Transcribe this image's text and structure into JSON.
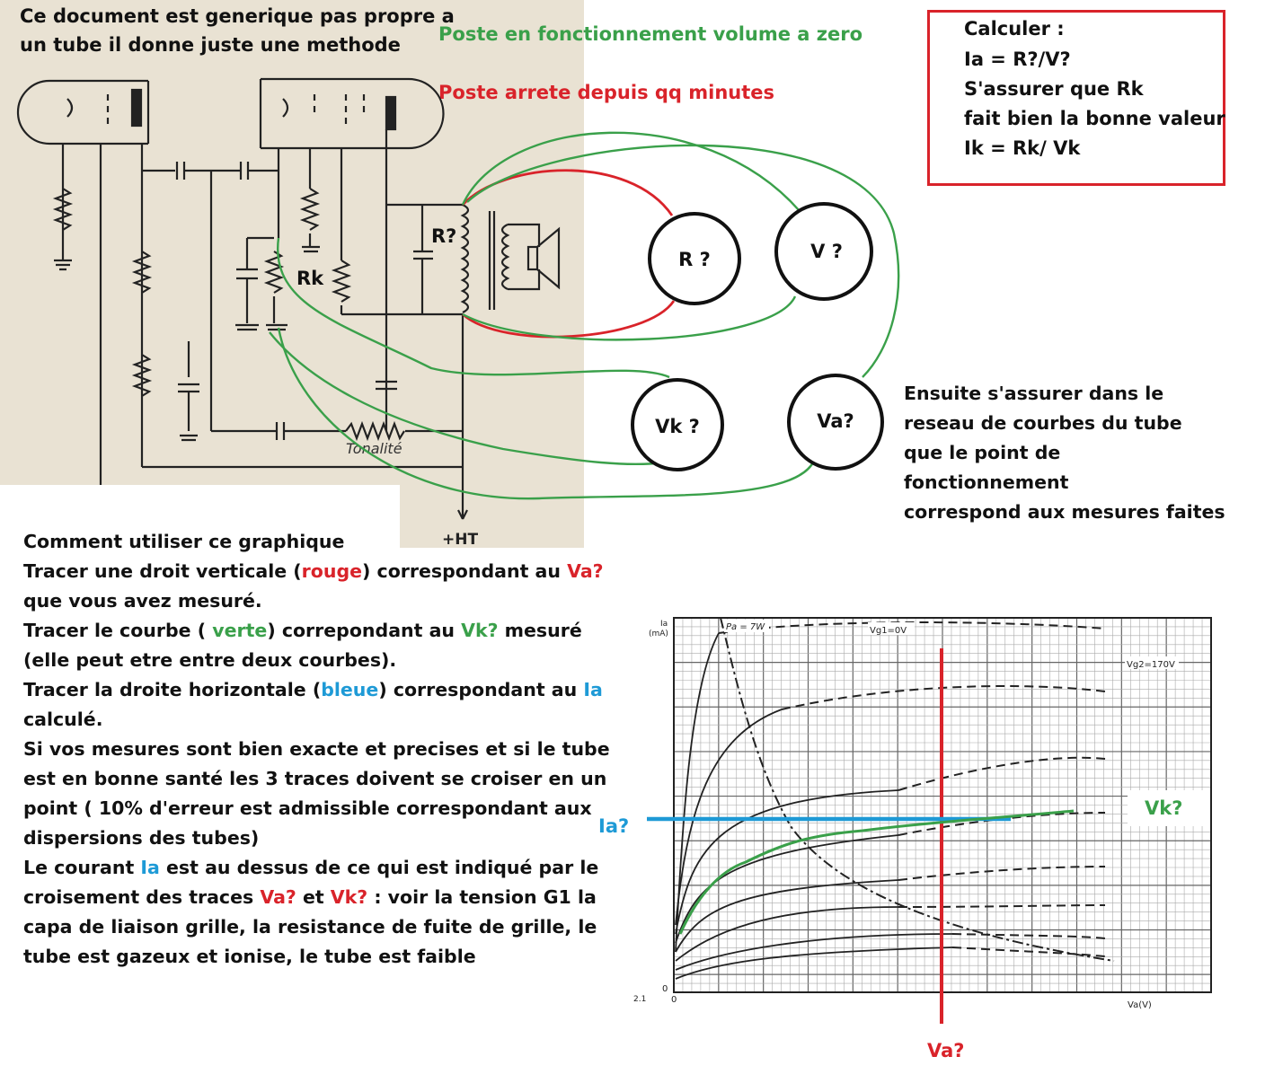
{
  "header": {
    "doc_note_line1": "Ce document est generique pas propre a",
    "doc_note_line2": "un tube il donne juste une methode",
    "legend_green": "Poste en fonctionnement volume a zero",
    "legend_red": "Poste arrete depuis qq minutes"
  },
  "colors": {
    "red": "#d9232a",
    "green": "#3aa04a",
    "blue": "#1e9ad6"
  },
  "calc_box": {
    "title": "Calculer :",
    "line1": "Ia = R?/V?",
    "line2": "S'assurer que Rk",
    "line3": "fait bien la bonne valeur",
    "line4": "Ik = Rk/ Vk"
  },
  "schematic": {
    "label_r": "R?",
    "label_rk": "Rk",
    "label_tonalite": "Tonalité",
    "label_ht": "+HT"
  },
  "meters": {
    "r": "R ?",
    "v": "V ?",
    "vk": "Vk ?",
    "va": "Va?"
  },
  "ensuite": {
    "line1": "Ensuite s'assurer dans le",
    "line2": "reseau de courbes du tube",
    "line3": "que le point de",
    "line4": "fonctionnement",
    "line5": "correspond aux mesures faites"
  },
  "howto": {
    "l1": "Comment utiliser ce graphique",
    "l2a": "Tracer une droit verticale (",
    "l2b": "rouge",
    "l2c": ") correspondant au ",
    "l2d": "Va?",
    "l3": "que vous avez mesuré.",
    "l4a": "Tracer le courbe ( ",
    "l4b": "verte",
    "l4c": ") correpondant au ",
    "l4d": "Vk?",
    "l4e": " mesuré",
    "l5": "(elle peut etre entre deux courbes).",
    "l6a": "Tracer la droite horizontale (",
    "l6b": "bleue",
    "l6c": ") correspondant au ",
    "l6d": "Ia",
    "l7": "calculé.",
    "l8": "Si vos mesures sont bien exacte et precises et si le tube",
    "l9": "est en bonne santé les 3 traces doivent se croiser en un",
    "l10": "point ( 10% d'erreur est admissible correspondant aux",
    "l11": "dispersions des tubes)",
    "l12a": "Le courant ",
    "l12b": "Ia",
    "l12c": " est au dessus de ce qui est indiqué par le",
    "l13a": "croisement des traces ",
    "l13b": "Va?",
    "l13c": " et ",
    "l13d": "Vk?",
    "l13e": " : voir la tension G1  la",
    "l14": "capa de liaison grille, la resistance de fuite de grille, le",
    "l15": "tube est gazeux et ionise, le tube est  faible"
  },
  "graph": {
    "ylabel": "Ia",
    "yunit": "(mA)",
    "xlabel": "Va(V)",
    "origin_x": "0",
    "origin_y": "0",
    "pa_label": "Pa = 7W",
    "vg1_label": "Vg1=0V",
    "vg2_label": "Vg2=170V",
    "ia_marker": "Ia?",
    "vk_marker": "Vk?",
    "va_marker": "Va?",
    "side_ref": "2.1"
  }
}
